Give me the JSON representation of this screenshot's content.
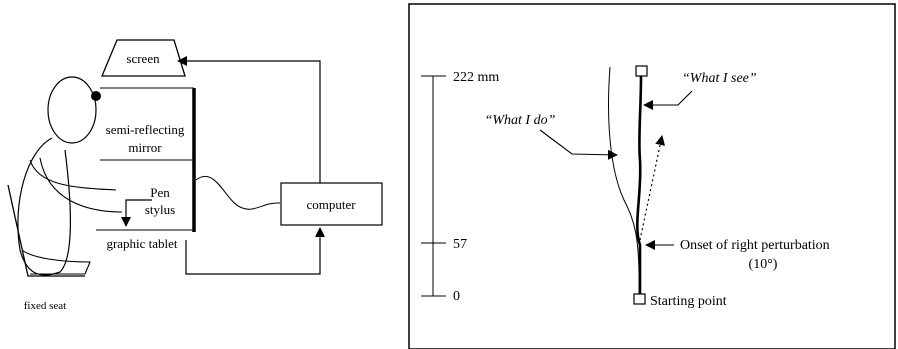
{
  "left_panel": {
    "screen": "screen",
    "mirror_line1": "semi-reflecting",
    "mirror_line2": "mirror",
    "pen_line1": "Pen",
    "pen_line2": "stylus",
    "computer": "computer",
    "tablet": "graphic tablet",
    "seat": "fixed seat"
  },
  "right_panel": {
    "scale_top": "222 mm",
    "scale_mid": "57",
    "scale_bottom": "0",
    "what_i_do": "“What I do”",
    "what_i_see": "“What I see”",
    "onset_line1": "Onset of right perturbation",
    "onset_line2": "(10°)",
    "start": "Starting point"
  }
}
